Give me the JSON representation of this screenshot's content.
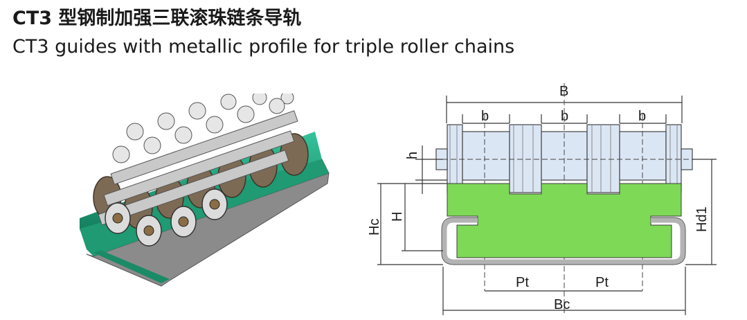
{
  "header": {
    "title_cn": "CT3 型钢制加强三联滚珠链条导轨",
    "title_en": "CT3 guides with metallic profile for triple roller chains"
  },
  "diagram": {
    "dimension_labels": {
      "B": "B",
      "b1": "b",
      "b2": "b",
      "b3": "b",
      "h": "h",
      "Hc": "Hc",
      "H": "H",
      "Hd1": "Hd1",
      "Pt1": "Pt",
      "Pt2": "Pt",
      "Bc": "Bc"
    },
    "colors": {
      "guide_green": "#7ed957",
      "profile_gray": "#b3b3b3",
      "chain_blue": "#dbe6f5",
      "photo_green": "#2eae84",
      "steel": "#9a9a9a"
    }
  }
}
